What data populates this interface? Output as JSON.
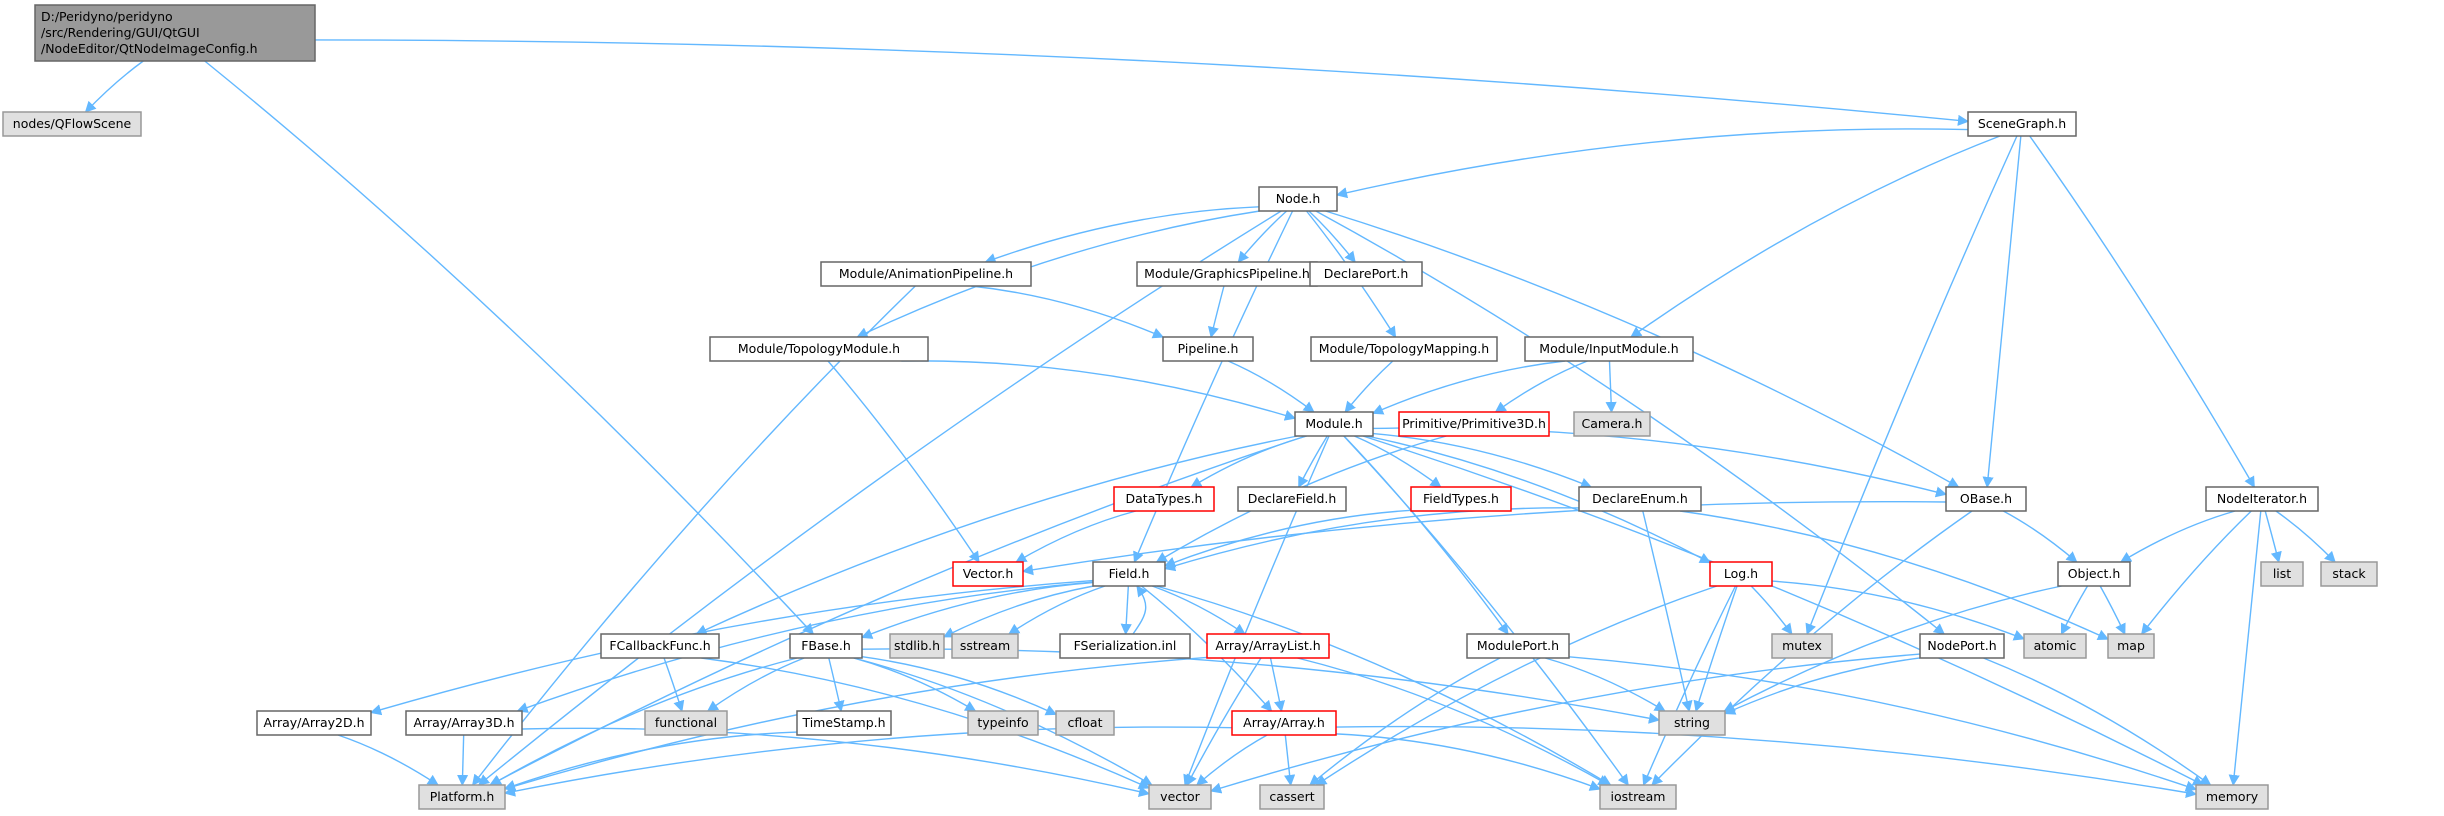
{
  "diagram": {
    "nodes": {
      "root": {
        "lines": [
          "D:/Peridyno/peridyno",
          "/src/Rendering/GUI/QtGUI",
          "/NodeEditor/QtNodeImageConfig.h"
        ],
        "style": "root"
      },
      "qflowscene": {
        "lines": [
          "nodes/QFlowScene"
        ],
        "style": "gray"
      },
      "scenegraph": {
        "lines": [
          "SceneGraph.h"
        ],
        "style": "white"
      },
      "node": {
        "lines": [
          "Node.h"
        ],
        "style": "white"
      },
      "animpipe": {
        "lines": [
          "Module/AnimationPipeline.h"
        ],
        "style": "white"
      },
      "graphpipe": {
        "lines": [
          "Module/GraphicsPipeline.h"
        ],
        "style": "white"
      },
      "declareport": {
        "lines": [
          "DeclarePort.h"
        ],
        "style": "white"
      },
      "pipeline": {
        "lines": [
          "Pipeline.h"
        ],
        "style": "white"
      },
      "topomodule": {
        "lines": [
          "Module/TopologyModule.h"
        ],
        "style": "white"
      },
      "topomap": {
        "lines": [
          "Module/TopologyMapping.h"
        ],
        "style": "white"
      },
      "inputmodule": {
        "lines": [
          "Module/InputModule.h"
        ],
        "style": "white"
      },
      "module": {
        "lines": [
          "Module.h"
        ],
        "style": "white"
      },
      "primitive3d": {
        "lines": [
          "Primitive/Primitive3D.h"
        ],
        "style": "red"
      },
      "camera": {
        "lines": [
          "Camera.h"
        ],
        "style": "gray"
      },
      "datatypes": {
        "lines": [
          "DataTypes.h"
        ],
        "style": "red"
      },
      "declarefield": {
        "lines": [
          "DeclareField.h"
        ],
        "style": "white"
      },
      "fieldtypes": {
        "lines": [
          "FieldTypes.h"
        ],
        "style": "red"
      },
      "declareenum": {
        "lines": [
          "DeclareEnum.h"
        ],
        "style": "white"
      },
      "obase": {
        "lines": [
          "OBase.h"
        ],
        "style": "white"
      },
      "vector_h": {
        "lines": [
          "Vector.h"
        ],
        "style": "red"
      },
      "field": {
        "lines": [
          "Field.h"
        ],
        "style": "white"
      },
      "log": {
        "lines": [
          "Log.h"
        ],
        "style": "red"
      },
      "nodeiterator": {
        "lines": [
          "NodeIterator.h"
        ],
        "style": "white"
      },
      "object": {
        "lines": [
          "Object.h"
        ],
        "style": "white"
      },
      "list": {
        "lines": [
          "list"
        ],
        "style": "gray"
      },
      "stack": {
        "lines": [
          "stack"
        ],
        "style": "gray"
      },
      "fcallback": {
        "lines": [
          "FCallbackFunc.h"
        ],
        "style": "white"
      },
      "fbase": {
        "lines": [
          "FBase.h"
        ],
        "style": "white"
      },
      "stdlib": {
        "lines": [
          "stdlib.h"
        ],
        "style": "gray"
      },
      "sstream": {
        "lines": [
          "sstream"
        ],
        "style": "gray"
      },
      "fserial": {
        "lines": [
          "FSerialization.inl"
        ],
        "style": "white"
      },
      "arraylist": {
        "lines": [
          "Array/ArrayList.h"
        ],
        "style": "red"
      },
      "moduleport": {
        "lines": [
          "ModulePort.h"
        ],
        "style": "white"
      },
      "mutex": {
        "lines": [
          "mutex"
        ],
        "style": "gray"
      },
      "nodeport": {
        "lines": [
          "NodePort.h"
        ],
        "style": "white"
      },
      "atomic": {
        "lines": [
          "atomic"
        ],
        "style": "gray"
      },
      "map": {
        "lines": [
          "map"
        ],
        "style": "gray"
      },
      "functional": {
        "lines": [
          "functional"
        ],
        "style": "gray"
      },
      "timestamp": {
        "lines": [
          "TimeStamp.h"
        ],
        "style": "white"
      },
      "typeinfo": {
        "lines": [
          "typeinfo"
        ],
        "style": "gray"
      },
      "cfloat": {
        "lines": [
          "cfloat"
        ],
        "style": "gray"
      },
      "array": {
        "lines": [
          "Array/Array.h"
        ],
        "style": "red"
      },
      "string": {
        "lines": [
          "string"
        ],
        "style": "gray"
      },
      "array2d": {
        "lines": [
          "Array/Array2D.h"
        ],
        "style": "white"
      },
      "array3d": {
        "lines": [
          "Array/Array3D.h"
        ],
        "style": "white"
      },
      "platform": {
        "lines": [
          "Platform.h"
        ],
        "style": "gray"
      },
      "vector": {
        "lines": [
          "vector"
        ],
        "style": "gray"
      },
      "cassert": {
        "lines": [
          "cassert"
        ],
        "style": "gray"
      },
      "iostream": {
        "lines": [
          "iostream"
        ],
        "style": "gray"
      },
      "memory": {
        "lines": [
          "memory"
        ],
        "style": "gray"
      }
    },
    "edges": [
      [
        "root",
        "qflowscene"
      ],
      [
        "root",
        "scenegraph"
      ],
      [
        "root",
        "fbase"
      ],
      [
        "scenegraph",
        "node"
      ],
      [
        "scenegraph",
        "inputmodule"
      ],
      [
        "scenegraph",
        "obase"
      ],
      [
        "scenegraph",
        "mutex"
      ],
      [
        "scenegraph",
        "nodeiterator"
      ],
      [
        "node",
        "animpipe"
      ],
      [
        "node",
        "graphpipe"
      ],
      [
        "node",
        "declareport"
      ],
      [
        "node",
        "topomodule"
      ],
      [
        "node",
        "topomap"
      ],
      [
        "node",
        "obase"
      ],
      [
        "node",
        "field"
      ],
      [
        "node",
        "nodeport"
      ],
      [
        "node",
        "platform"
      ],
      [
        "animpipe",
        "pipeline"
      ],
      [
        "animpipe",
        "platform"
      ],
      [
        "graphpipe",
        "pipeline"
      ],
      [
        "pipeline",
        "module"
      ],
      [
        "topomodule",
        "module"
      ],
      [
        "topomodule",
        "vector_h"
      ],
      [
        "topomap",
        "module"
      ],
      [
        "inputmodule",
        "module"
      ],
      [
        "inputmodule",
        "primitive3d"
      ],
      [
        "inputmodule",
        "camera"
      ],
      [
        "module",
        "datatypes"
      ],
      [
        "module",
        "declarefield"
      ],
      [
        "module",
        "fieldtypes"
      ],
      [
        "module",
        "declareenum"
      ],
      [
        "module",
        "obase"
      ],
      [
        "module",
        "log"
      ],
      [
        "module",
        "fcallback"
      ],
      [
        "module",
        "moduleport"
      ],
      [
        "module",
        "platform"
      ],
      [
        "module",
        "vector"
      ],
      [
        "module",
        "iostream"
      ],
      [
        "module",
        "memory"
      ],
      [
        "primitive3d",
        "field"
      ],
      [
        "datatypes",
        "vector_h"
      ],
      [
        "fieldtypes",
        "field"
      ],
      [
        "declareenum",
        "field"
      ],
      [
        "declareenum",
        "string"
      ],
      [
        "declareenum",
        "map"
      ],
      [
        "obase",
        "vector_h"
      ],
      [
        "obase",
        "object"
      ],
      [
        "obase",
        "iostream"
      ],
      [
        "object",
        "atomic"
      ],
      [
        "object",
        "map"
      ],
      [
        "object",
        "string"
      ],
      [
        "nodeiterator",
        "object"
      ],
      [
        "nodeiterator",
        "list"
      ],
      [
        "nodeiterator",
        "stack"
      ],
      [
        "nodeiterator",
        "map"
      ],
      [
        "nodeiterator",
        "memory"
      ],
      [
        "field",
        "fbase"
      ],
      [
        "field",
        "stdlib"
      ],
      [
        "field",
        "sstream"
      ],
      [
        "field",
        "fserial"
      ],
      [
        "field",
        "arraylist"
      ],
      [
        "field",
        "array"
      ],
      [
        "field",
        "array2d"
      ],
      [
        "field",
        "array3d"
      ],
      [
        "field",
        "iostream"
      ],
      [
        "fserial",
        "field"
      ],
      [
        "log",
        "mutex"
      ],
      [
        "log",
        "atomic"
      ],
      [
        "log",
        "string"
      ],
      [
        "log",
        "iostream"
      ],
      [
        "log",
        "cassert"
      ],
      [
        "fcallback",
        "functional"
      ],
      [
        "fcallback",
        "vector"
      ],
      [
        "fbase",
        "functional"
      ],
      [
        "fbase",
        "timestamp"
      ],
      [
        "fbase",
        "typeinfo"
      ],
      [
        "fbase",
        "cfloat"
      ],
      [
        "fbase",
        "string"
      ],
      [
        "fbase",
        "platform"
      ],
      [
        "fbase",
        "vector"
      ],
      [
        "arraylist",
        "array"
      ],
      [
        "arraylist",
        "vector"
      ],
      [
        "arraylist",
        "iostream"
      ],
      [
        "arraylist",
        "platform"
      ],
      [
        "array",
        "vector"
      ],
      [
        "array",
        "cassert"
      ],
      [
        "array",
        "iostream"
      ],
      [
        "array",
        "memory"
      ],
      [
        "array",
        "platform"
      ],
      [
        "moduleport",
        "string"
      ],
      [
        "moduleport",
        "memory"
      ],
      [
        "moduleport",
        "cassert"
      ],
      [
        "nodeport",
        "string"
      ],
      [
        "nodeport",
        "memory"
      ],
      [
        "nodeport",
        "vector"
      ],
      [
        "timestamp",
        "platform"
      ],
      [
        "array2d",
        "platform"
      ],
      [
        "array3d",
        "platform"
      ],
      [
        "array3d",
        "vector"
      ]
    ]
  }
}
